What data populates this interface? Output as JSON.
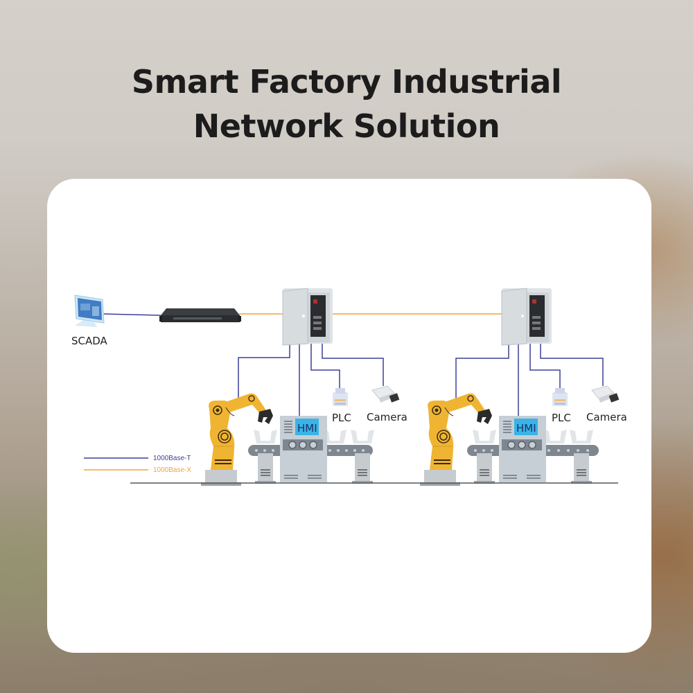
{
  "header": {
    "title_line1": "Smart Factory Industrial",
    "title_line2": "Network Solution"
  },
  "diagram": {
    "nodes": {
      "scada": {
        "label": "SCADA",
        "icon": "monitor-icon"
      },
      "core_switch": {
        "label": "",
        "icon": "rackmount-switch-icon"
      },
      "cell1": {
        "cabinet_icon": "cabinet-switch-icon",
        "hmi_label": "HMI",
        "plc_label": "PLC",
        "camera_label": "Camera"
      },
      "cell2": {
        "cabinet_icon": "cabinet-switch-icon",
        "hmi_label": "HMI",
        "plc_label": "PLC",
        "camera_label": "Camera"
      }
    },
    "legend": [
      {
        "label": "1000Base-T",
        "color": "#3b3f9a"
      },
      {
        "label": "1000Base-X",
        "color": "#f2a33a"
      }
    ],
    "colors": {
      "copper_link": "#3b3f9a",
      "fiber_link": "#f2a33a",
      "robot": "#f0b433",
      "hmi_screen": "#3ab4e6",
      "machine_gray": "#b9c1c9"
    }
  }
}
